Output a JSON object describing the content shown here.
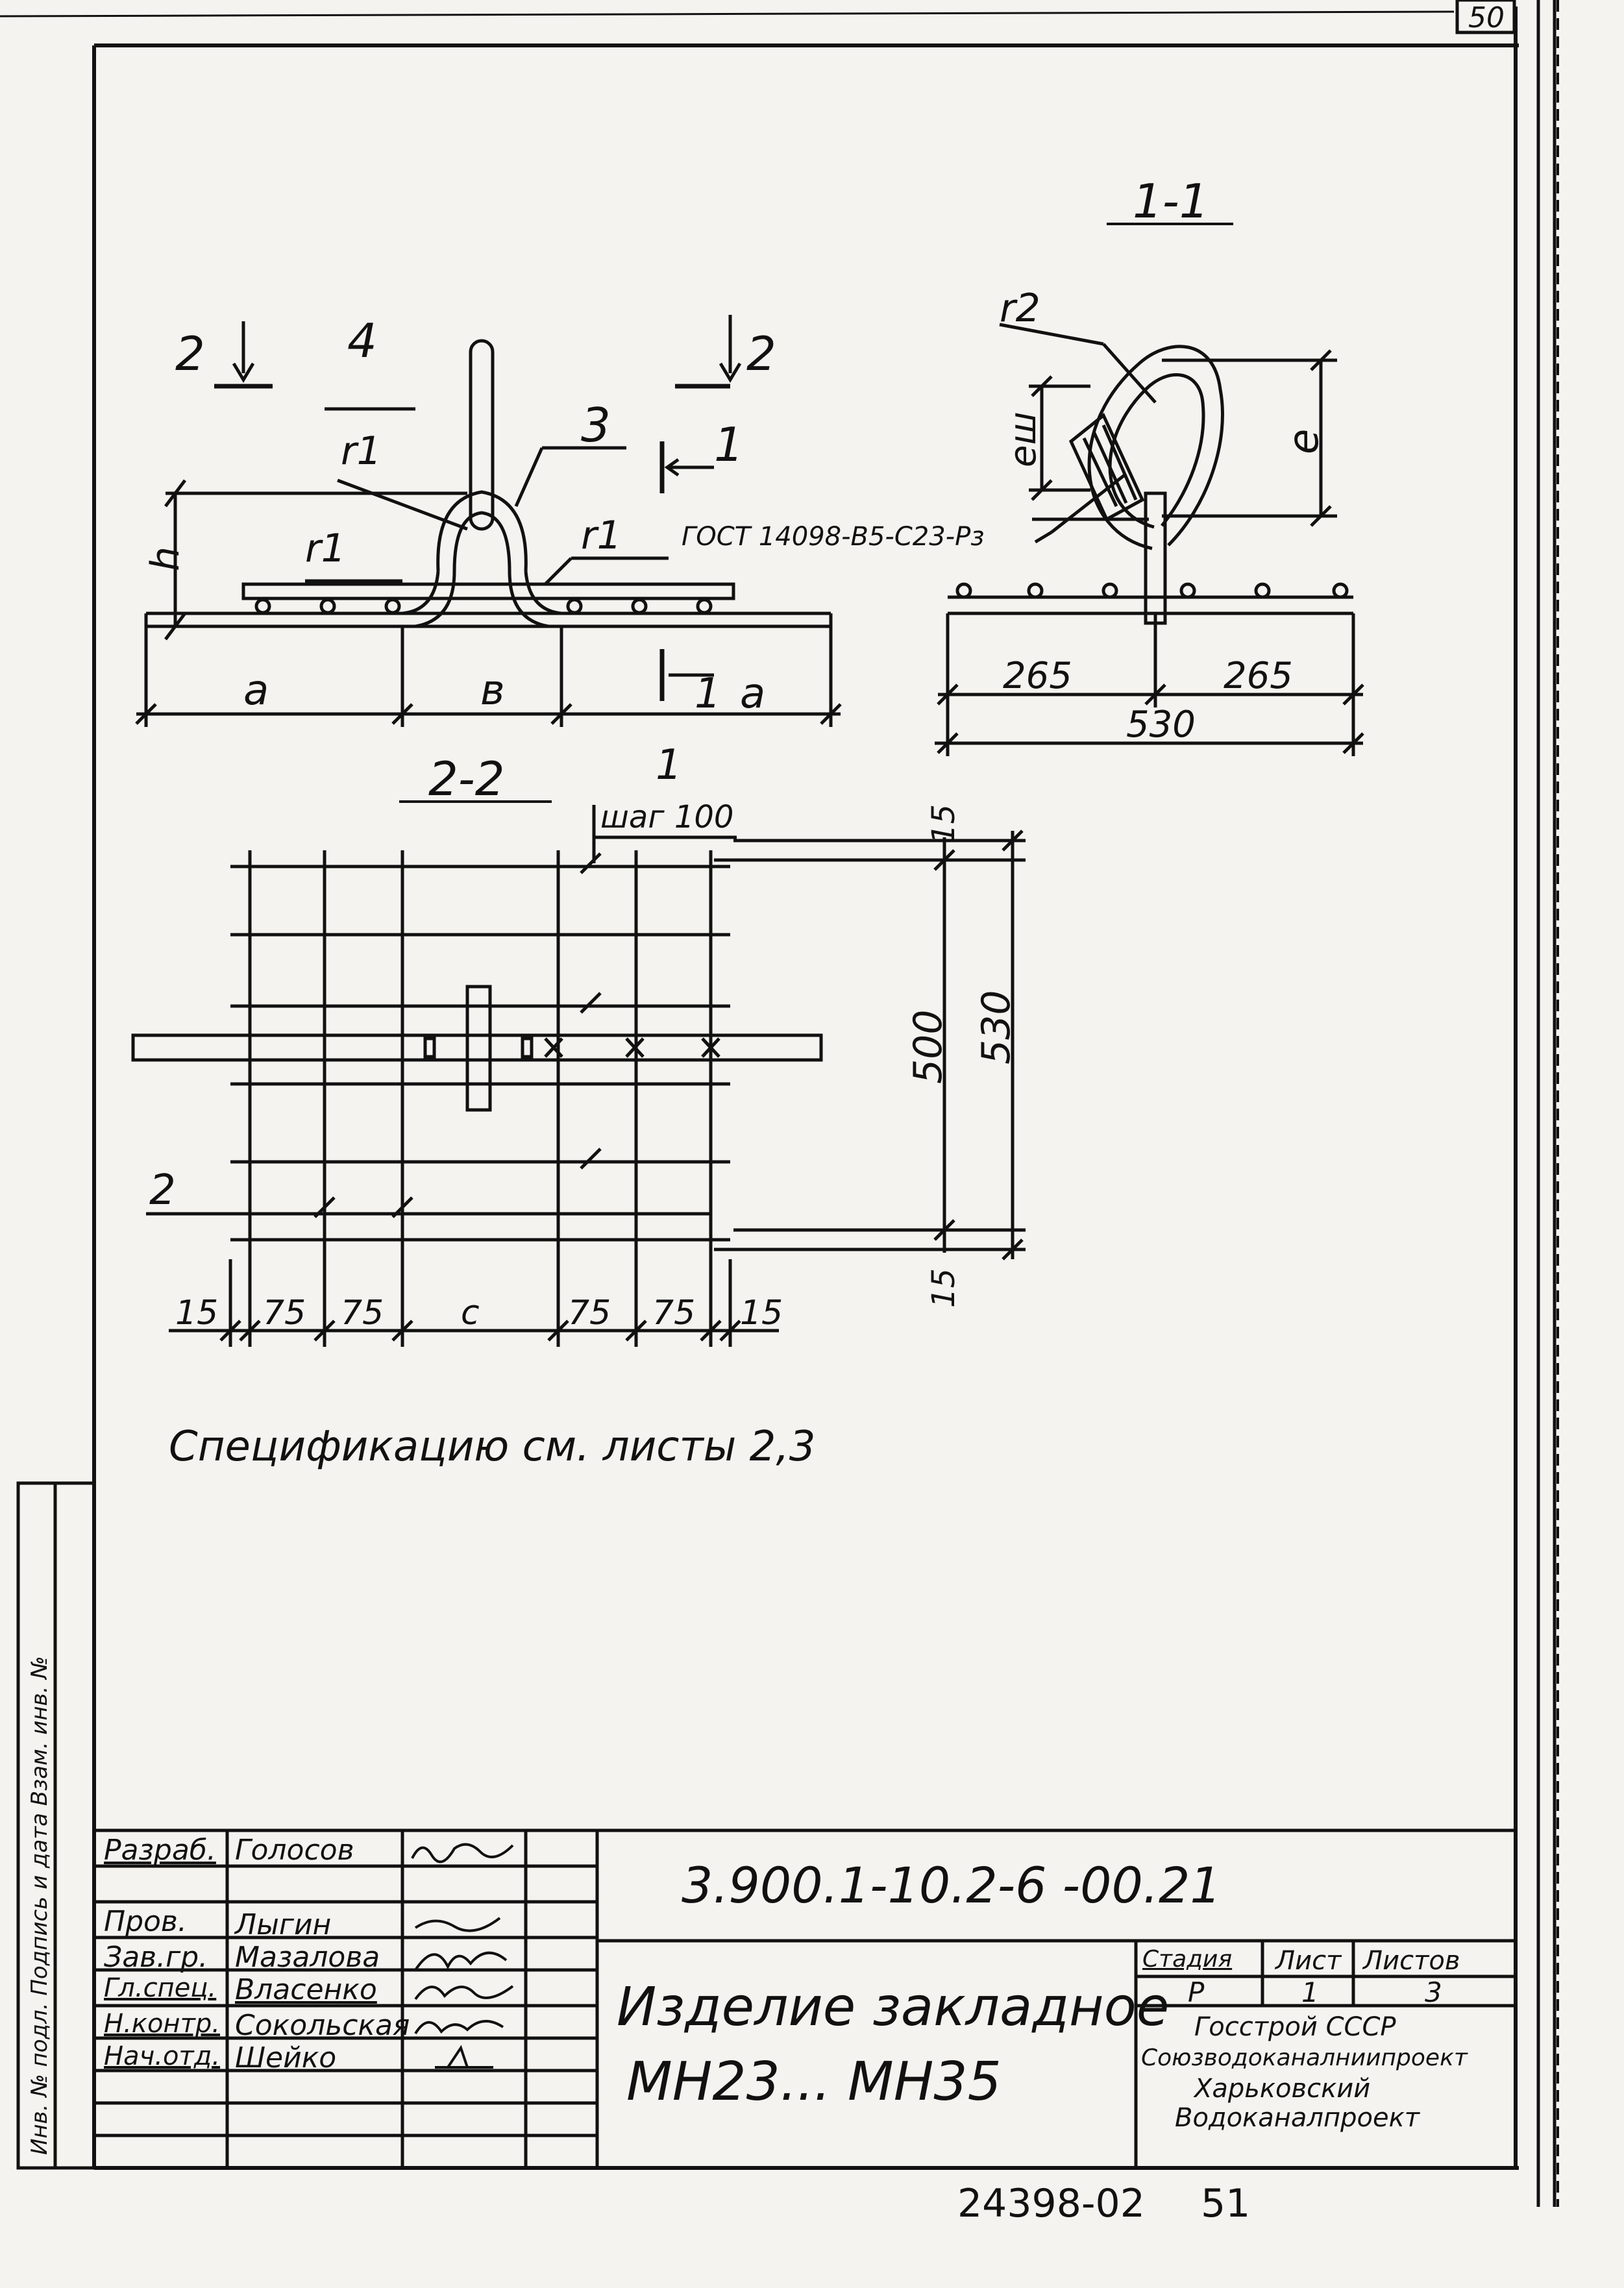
{
  "sheet_corner_number": "50",
  "views": {
    "section_1_1": "1-1",
    "section_2_2": "2-2",
    "cut_2_left": "2",
    "cut_2_right": "2",
    "cut_1_top": "1",
    "cut_1_bottom": "1",
    "callout_4": "4",
    "callout_3": "3",
    "callout_1_top": "1",
    "callout_2_left": "2",
    "r1_a": "r1",
    "r1_b": "r1",
    "r1_c": "r1",
    "r2": "r2",
    "weld_spec": "ГОСТ 14098-В5-С23-Рз"
  },
  "dimensions": {
    "h": "h",
    "a_left": "a",
    "b": "в",
    "a_right": "a",
    "e": "e",
    "e_sh": "еш",
    "d265_left": "265",
    "d265_right": "265",
    "d530_side": "530",
    "step": "шаг 100",
    "d15_top": "15",
    "d500": "500",
    "d530_plan": "530",
    "d15_bottom": "15",
    "bottom_row": [
      "15",
      "75",
      "75",
      "с",
      "75",
      "75",
      "15"
    ]
  },
  "note": "Спецификацию см. листы 2,3",
  "side_stamp": "Инв. № подл.   Подпись и дата   Взам. инв. №",
  "title_block": {
    "doc_code": "3.900.1-10.2-6 -00.21",
    "title_line1": "Изделие закладное",
    "title_line2": "МН23...  МН35",
    "roles": [
      {
        "role": "Разраб.",
        "name": "Голосов"
      },
      {
        "role": "Пров.",
        "name": "Лыгин"
      },
      {
        "role": "Зав.гр.",
        "name": "Мазалова"
      },
      {
        "role": "Гл.спец.",
        "name": "Власенко"
      },
      {
        "role": "Н.контр.",
        "name": "Сокольская"
      },
      {
        "role": "Нач.отд.",
        "name": "Шейко"
      }
    ],
    "stage_header": "Стадия",
    "sheet_header": "Лист",
    "sheets_header": "Листов",
    "stage": "Р",
    "sheet": "1",
    "sheets": "3",
    "org_line1": "Госстрой СССР",
    "org_line2": "Союзводоканалниипроект",
    "org_line3": "Харьковский",
    "org_line4": "Водоканалпроект"
  },
  "archive_number": "24398-02",
  "page_number": "51"
}
